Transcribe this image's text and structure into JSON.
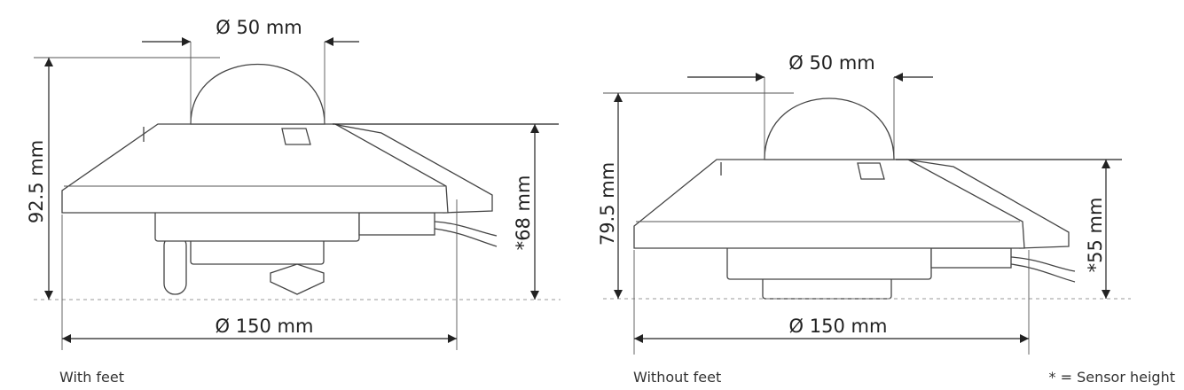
{
  "with_feet": {
    "dome_diameter": "Ø 50 mm",
    "total_height": "92.5 mm",
    "sensor_height": "*68 mm",
    "base_diameter": "Ø 150 mm",
    "caption": "With feet"
  },
  "without_feet": {
    "dome_diameter": "Ø 50 mm",
    "total_height": "79.5 mm",
    "sensor_height": "*55 mm",
    "base_diameter": "Ø 150 mm",
    "caption": "Without feet"
  },
  "footnote": "* = Sensor height"
}
